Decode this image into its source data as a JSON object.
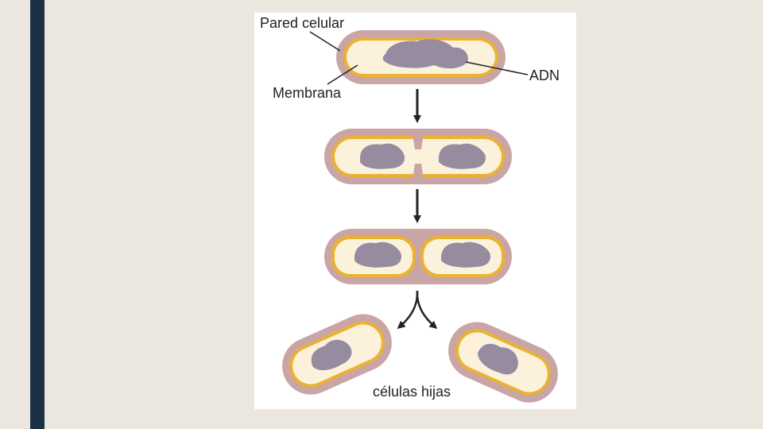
{
  "slide": {
    "accent_bar_color": "#1c3146",
    "background_color": "#ebe7df"
  },
  "diagram": {
    "labels": {
      "cell_wall": "Pared celular",
      "membrane": "Membrana",
      "dna": "ADN",
      "daughter_cells": "células hijas"
    },
    "colors": {
      "cell_wall": "#c9a5a6",
      "membrane": "#eab232",
      "cytoplasm": "#fcf2dc",
      "dna": "#978ba0",
      "arrow": "#222222"
    }
  }
}
